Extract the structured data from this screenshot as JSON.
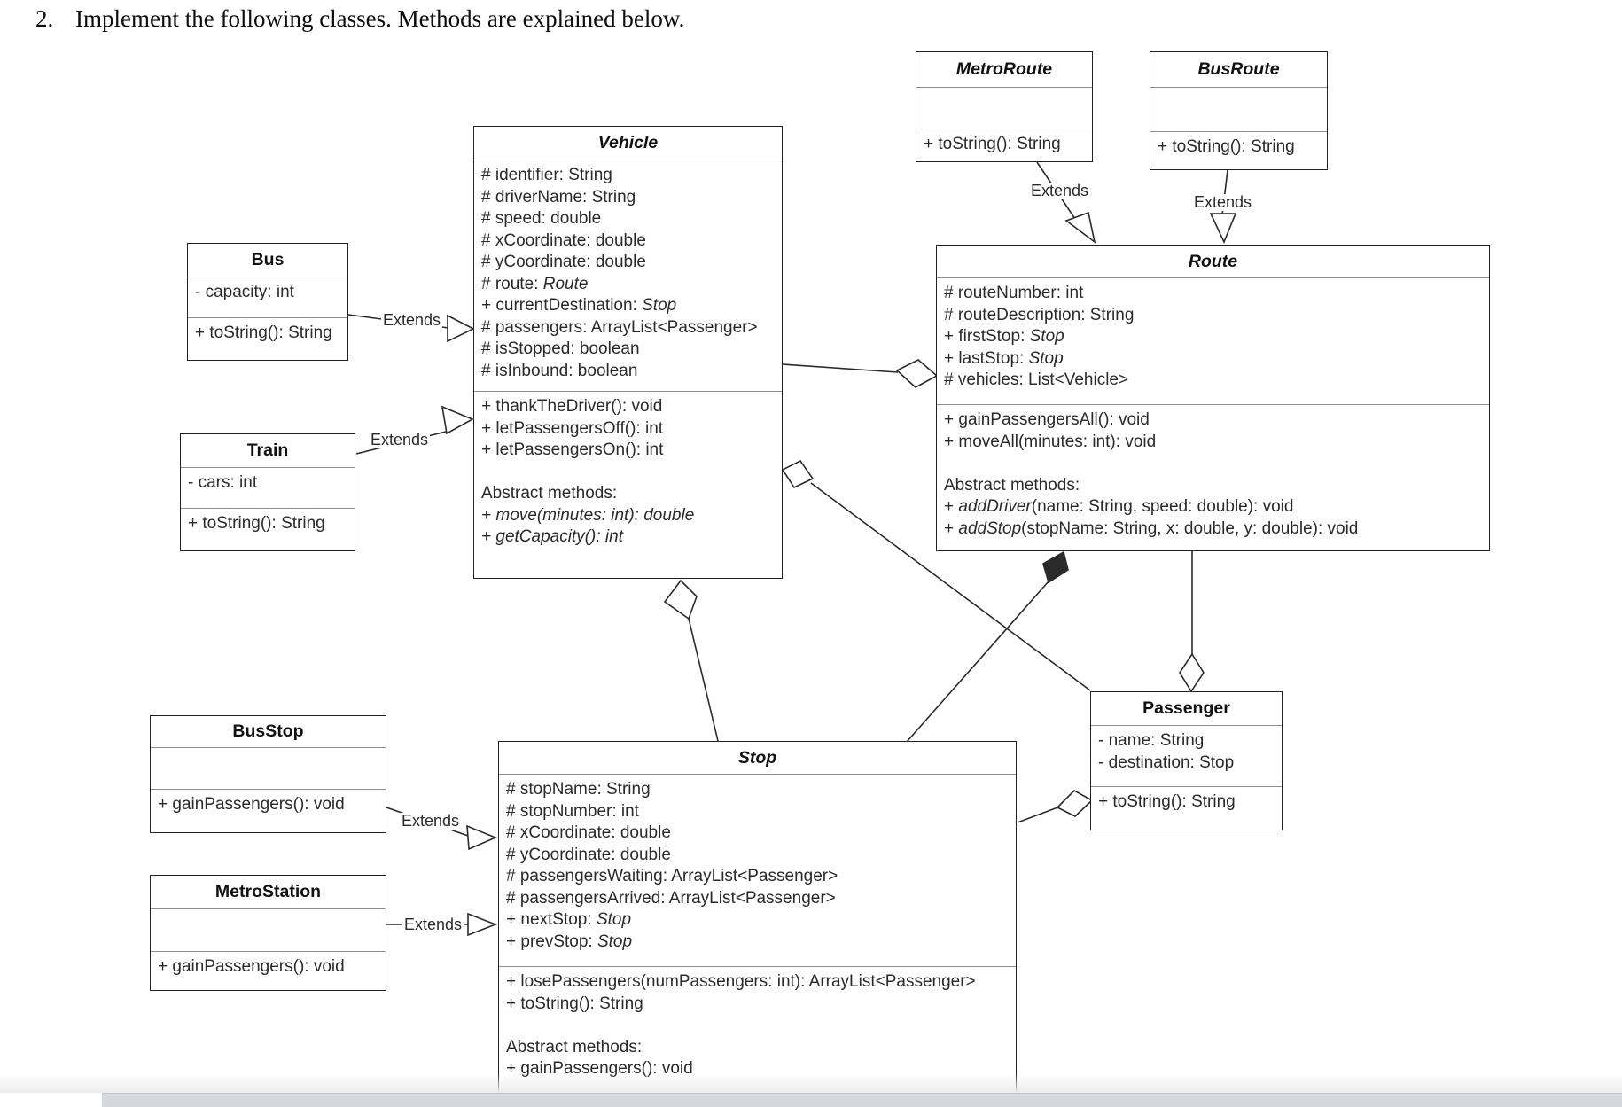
{
  "heading": {
    "number": "2.",
    "text": "Implement the following classes. Methods are explained below."
  },
  "diagram_type": "UML class diagram",
  "classes": {
    "bus": {
      "title": "Bus",
      "title_italic": false,
      "attributes": [
        [
          "- capacity: int"
        ]
      ],
      "methods": [
        [
          "+ toString(): String"
        ]
      ]
    },
    "train": {
      "title": "Train",
      "title_italic": false,
      "attributes": [
        [
          "- cars: int"
        ]
      ],
      "methods": [
        [
          "+ toString(): String"
        ]
      ]
    },
    "vehicle": {
      "title": "Vehicle",
      "title_italic": true,
      "attributes": [
        [
          "# identifier: String"
        ],
        [
          "# driverName: String"
        ],
        [
          "# speed: double"
        ],
        [
          "# xCoordinate: double"
        ],
        [
          "# yCoordinate: double"
        ],
        [
          "# route: ",
          {
            "t": "Route",
            "i": true
          }
        ],
        [
          "+ currentDestination: ",
          {
            "t": "Stop",
            "i": true
          }
        ],
        [
          "# passengers: ArrayList<Passenger>"
        ],
        [
          "# isStopped: boolean"
        ],
        [
          "# isInbound: boolean"
        ]
      ],
      "methods": [
        [
          "+ thankTheDriver(): void"
        ],
        [
          "+ letPassengersOff(): int"
        ],
        [
          "+ letPassengersOn(): int"
        ],
        [],
        [
          "Abstract methods:"
        ],
        [
          {
            "t": "+ move(minutes: int): double",
            "i": true
          }
        ],
        [
          {
            "t": "+ getCapacity(): int",
            "i": true
          }
        ]
      ]
    },
    "metro_route": {
      "title": "MetroRoute",
      "title_italic": true,
      "attributes": [],
      "methods": [
        [
          "+ toString(): String"
        ]
      ]
    },
    "bus_route": {
      "title": "BusRoute",
      "title_italic": true,
      "attributes": [],
      "methods": [
        [
          "+ toString(): String"
        ]
      ]
    },
    "route": {
      "title": "Route",
      "title_italic": true,
      "attributes": [
        [
          "# routeNumber: int"
        ],
        [
          "# routeDescription: String"
        ],
        [
          "+ firstStop: ",
          {
            "t": "Stop",
            "i": true
          }
        ],
        [
          "+ lastStop: ",
          {
            "t": "Stop",
            "i": true
          }
        ],
        [
          "# vehicles: List<Vehicle>"
        ]
      ],
      "methods": [
        [
          "+ gainPassengersAll(): void"
        ],
        [
          "+ moveAll(minutes: int): void"
        ],
        [],
        [
          "Abstract methods:"
        ],
        [
          "+ ",
          {
            "t": "addDriver",
            "i": true
          },
          "(name: String, speed: double): void"
        ],
        [
          "+ ",
          {
            "t": "addStop",
            "i": true
          },
          "(stopName: String, x: double, y: double): void"
        ]
      ]
    },
    "bus_stop": {
      "title": "BusStop",
      "title_italic": false,
      "attributes": [],
      "methods": [
        [
          "+ gainPassengers(): void"
        ]
      ]
    },
    "metro_station": {
      "title": "MetroStation",
      "title_italic": false,
      "attributes": [],
      "methods": [
        [
          "+ gainPassengers(): void"
        ]
      ]
    },
    "stop": {
      "title": "Stop",
      "title_italic": true,
      "attributes": [
        [
          "# stopName: String"
        ],
        [
          "# stopNumber: int"
        ],
        [
          "# xCoordinate: double"
        ],
        [
          "# yCoordinate: double"
        ],
        [
          "# passengersWaiting: ArrayList<Passenger>"
        ],
        [
          "# passengersArrived: ArrayList<Passenger>"
        ],
        [
          "+ nextStop: ",
          {
            "t": "Stop",
            "i": true
          }
        ],
        [
          "+ prevStop: ",
          {
            "t": "Stop",
            "i": true
          }
        ]
      ],
      "methods": [
        [
          "+ losePassengers(numPassengers: int): ArrayList<Passenger>"
        ],
        [
          "+ toString(): String"
        ],
        [],
        [
          "Abstract methods:"
        ],
        [
          "+ gainPassengers(): void"
        ]
      ]
    },
    "passenger": {
      "title": "Passenger",
      "title_italic": false,
      "attributes": [
        [
          "- name: String"
        ],
        [
          "- destination: Stop"
        ]
      ],
      "methods": [
        [
          "+ toString(): String"
        ]
      ]
    }
  },
  "connectors": [
    {
      "label": "Extends",
      "from": "Bus",
      "to": "Vehicle",
      "type": "inheritance"
    },
    {
      "label": "Extends",
      "from": "Train",
      "to": "Vehicle",
      "type": "inheritance"
    },
    {
      "label": "Extends",
      "from": "MetroRoute",
      "to": "Route",
      "type": "inheritance"
    },
    {
      "label": "Extends",
      "from": "BusRoute",
      "to": "Route",
      "type": "inheritance"
    },
    {
      "label": "Extends",
      "from": "BusStop",
      "to": "Stop",
      "type": "inheritance"
    },
    {
      "label": "Extends",
      "from": "MetroStation",
      "to": "Stop",
      "type": "inheritance"
    },
    {
      "label": "",
      "from": "Route",
      "to": "Vehicle",
      "type": "aggregation"
    },
    {
      "label": "",
      "from": "Vehicle",
      "to": "Passenger",
      "type": "aggregation"
    },
    {
      "label": "",
      "from": "Vehicle",
      "to": "Stop",
      "type": "aggregation"
    },
    {
      "label": "",
      "from": "Route",
      "to": "Stop",
      "type": "composition"
    },
    {
      "label": "",
      "from": "Route",
      "to": "Passenger",
      "type": "aggregation"
    },
    {
      "label": "",
      "from": "Stop",
      "to": "Passenger",
      "type": "aggregation"
    }
  ],
  "colors": {
    "line": "#2a2a2a",
    "box_border": "#212121",
    "divider": "#8f8f8f",
    "text": "#2a2a2a",
    "scrollbar": "#d4d7db"
  }
}
